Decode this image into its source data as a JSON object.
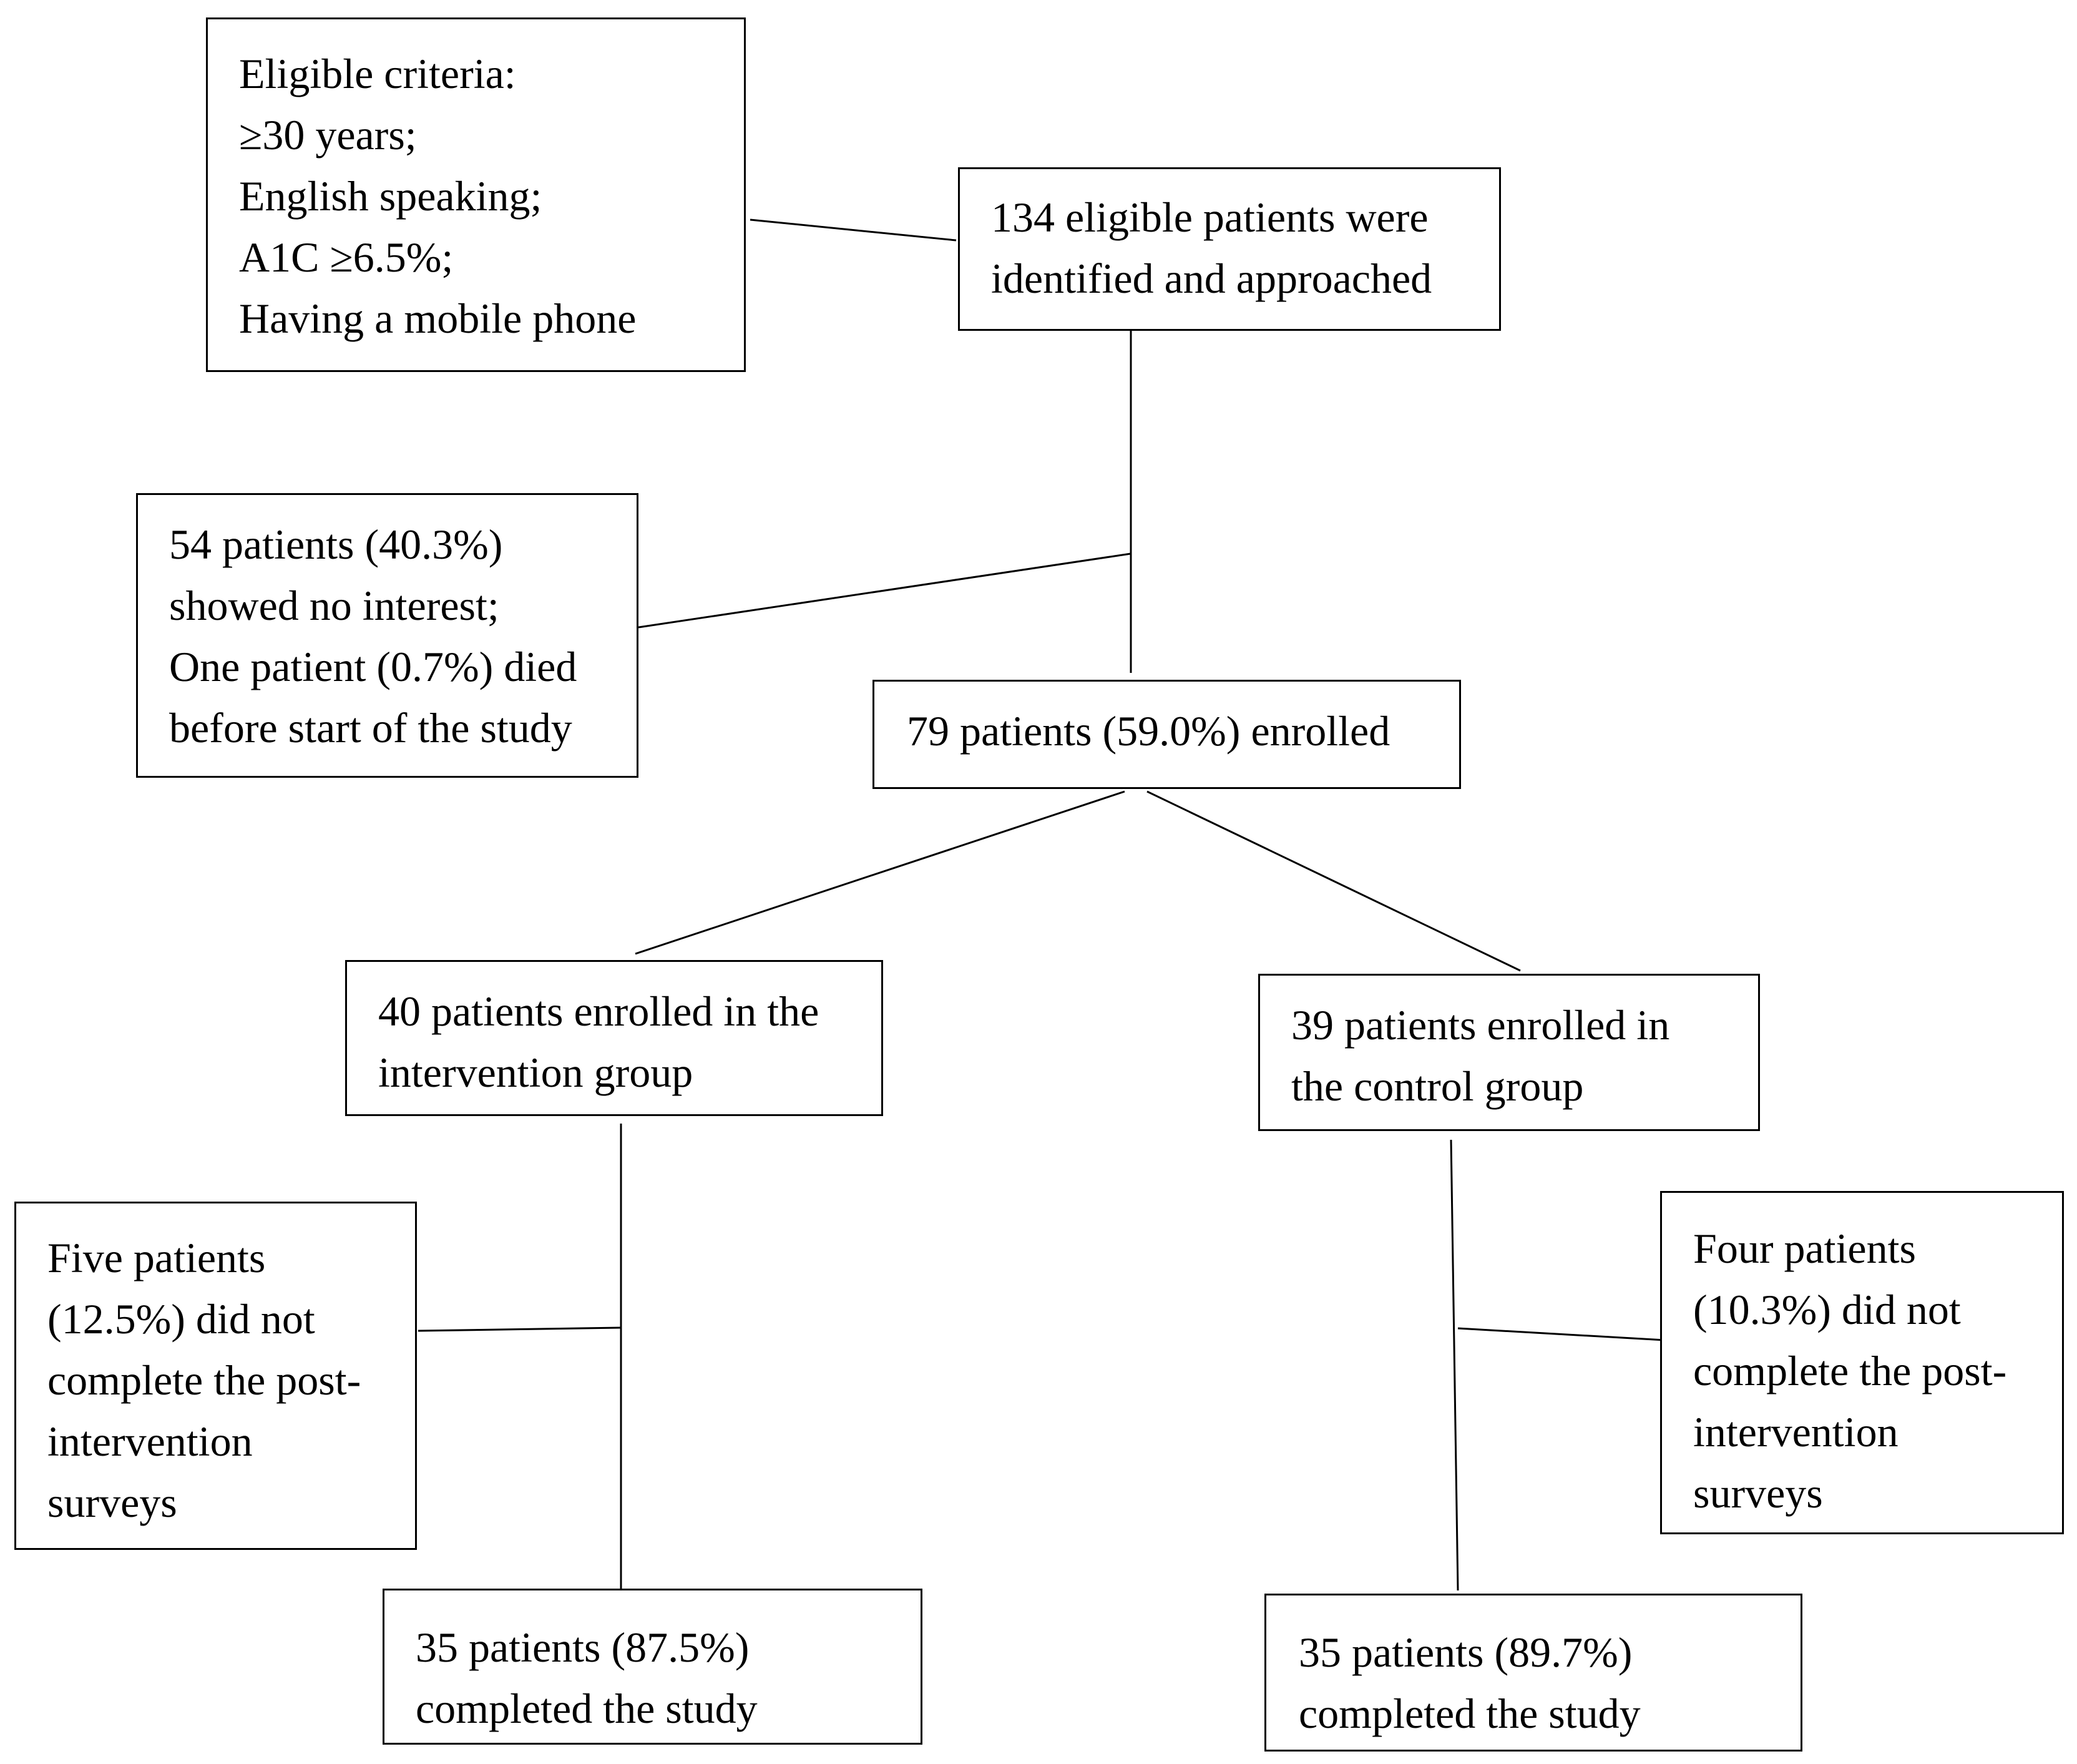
{
  "flowchart": {
    "criteria": {
      "lines": [
        "Eligible criteria:",
        "≥30 years;",
        "English speaking;",
        "A1C ≥6.5%;",
        "Having a mobile phone"
      ]
    },
    "eligible": {
      "lines": [
        "134 eligible patients were",
        "identified and approached"
      ]
    },
    "no_interest": {
      "lines": [
        "54 patients (40.3%)",
        "showed no interest;",
        "One patient (0.7%) died",
        "before start of the study"
      ]
    },
    "enrolled": {
      "lines": [
        "79 patients (59.0%) enrolled"
      ]
    },
    "intervention_group": {
      "lines": [
        "40 patients enrolled in the",
        "intervention group"
      ]
    },
    "control_group": {
      "lines": [
        "39 patients enrolled in",
        "the control group"
      ]
    },
    "intervention_dropout": {
      "lines": [
        "Five patients",
        "(12.5%) did not",
        "complete the post-",
        "intervention",
        "surveys"
      ]
    },
    "control_dropout": {
      "lines": [
        "Four patients",
        "(10.3%) did not",
        "complete the post-",
        "intervention",
        "surveys"
      ]
    },
    "intervention_completed": {
      "lines": [
        "35 patients (87.5%)",
        "completed the study"
      ]
    },
    "control_completed": {
      "lines": [
        "35 patients (89.7%)",
        "completed the study"
      ]
    }
  }
}
